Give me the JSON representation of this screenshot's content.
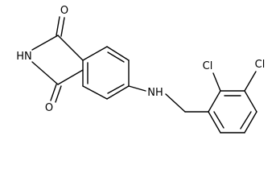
{
  "molecule": {
    "atoms": {
      "o_top": "O",
      "nh_imide": "HN",
      "o_bottom": "O",
      "nh_amine": "NH",
      "cl_left": "Cl",
      "cl_right": "Cl"
    },
    "colors": {
      "bond": "#000000",
      "label": "#000000",
      "background": "#ffffff"
    }
  }
}
